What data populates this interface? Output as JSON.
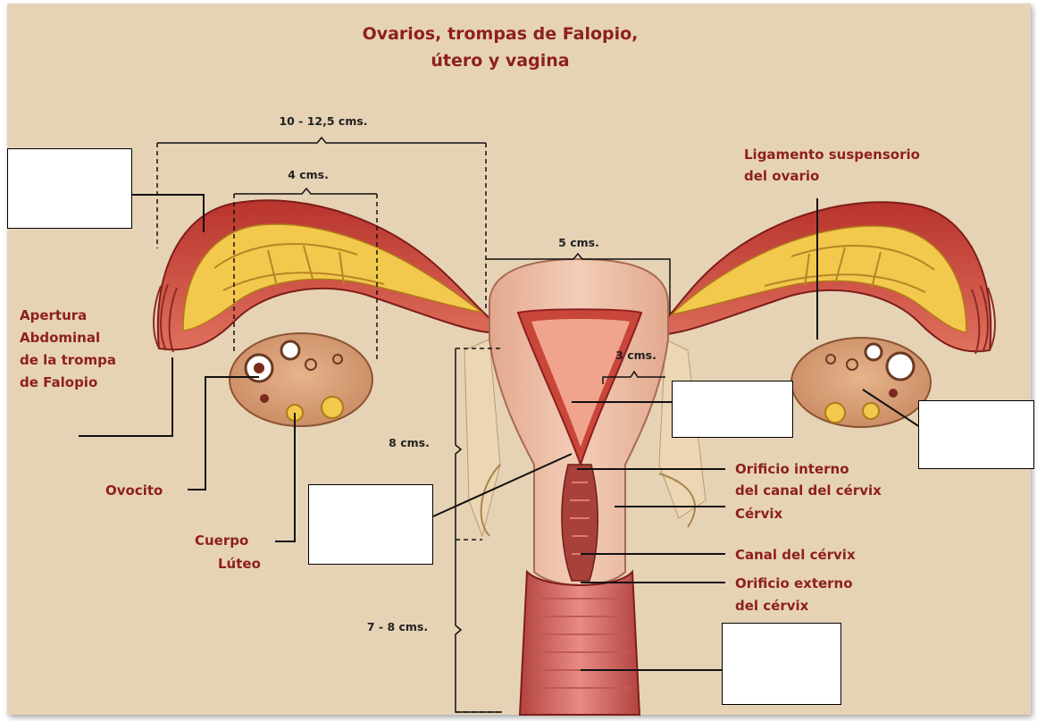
{
  "title": {
    "line1": "Ovarios, trompas de Falopio,",
    "line2": "útero y vagina"
  },
  "measurements": {
    "tube_length": "10 - 12,5 cms.",
    "ovary_length": "4 cms.",
    "uterus_width": "5 cms.",
    "cavity_width": "3 cms.",
    "uterus_length": "8 cms.",
    "vagina_length": "7 - 8 cms."
  },
  "labels": {
    "ligamento_line1": "Ligamento suspensorio",
    "ligamento_line2": "del ovario",
    "apertura_line1": "Apertura",
    "apertura_line2": "Abdominal",
    "apertura_line3": "de la trompa",
    "apertura_line4": "de Falopio",
    "ovocito": "Ovocito",
    "cuerpo_line1": "Cuerpo",
    "cuerpo_line2": "Lúteo",
    "orificio_interno_line1": "Orificio interno",
    "orificio_interno_line2": "del canal del cérvix",
    "cervix": "Cérvix",
    "canal_cervix": "Canal del cérvix",
    "orificio_externo_line1": "Orificio externo",
    "orificio_externo_line2": "del cérvix"
  },
  "colors": {
    "background": "#e6d3b5",
    "label": "#8e1f1f",
    "tube": "#c8473a",
    "tube_inner": "#f2c94c",
    "uterus": "#ecbda6",
    "ovary": "#d9a07a"
  }
}
